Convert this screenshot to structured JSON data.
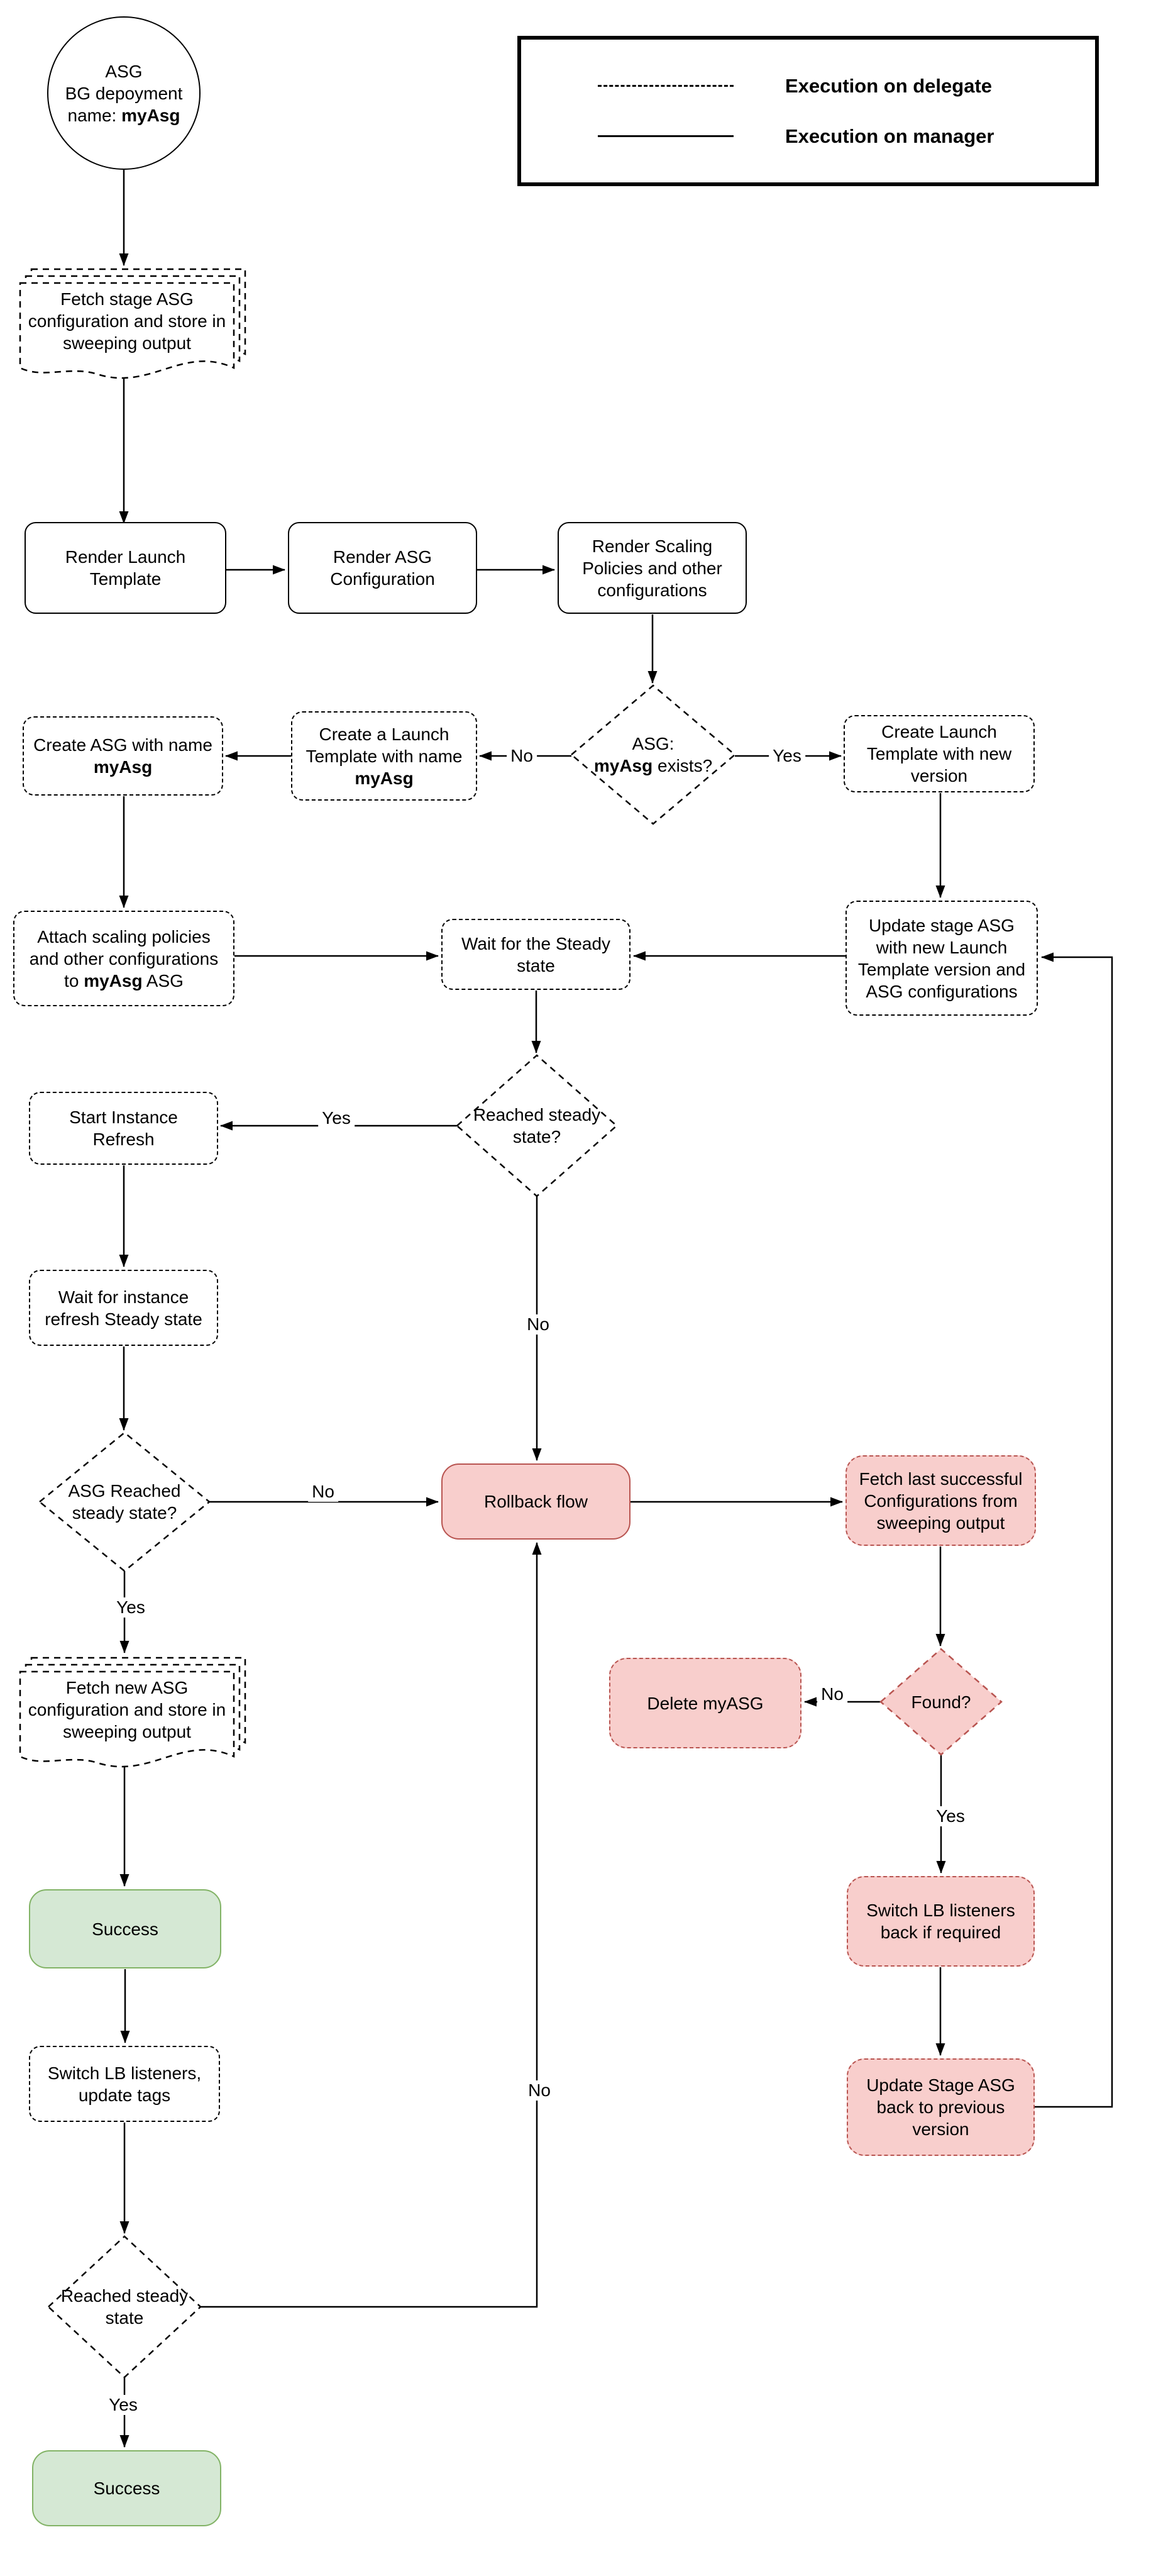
{
  "legend": {
    "delegate_label": "Execution on delegate",
    "manager_label": "Execution on manager"
  },
  "edge_labels": {
    "yes": "Yes",
    "no": "No"
  },
  "colors": {
    "rollback_fill": "#f8cecc",
    "rollback_stroke": "#b85450",
    "success_fill": "#d5e8d4",
    "success_stroke": "#82b366",
    "line": "#000000"
  },
  "nodes": {
    "start": {
      "line1": "ASG",
      "line2": "BG depoyment",
      "line3_prefix": "name: ",
      "line3_bold": "myAsg"
    },
    "fetch_stage": {
      "text": "Fetch stage ASG configuration and store in sweeping output"
    },
    "render_launch": {
      "text": "Render Launch Template"
    },
    "render_asg": {
      "text": "Render ASG Configuration"
    },
    "render_scaling": {
      "text": "Render Scaling Policies and other configurations"
    },
    "asg_exists": {
      "line1": "ASG:",
      "bold": "myAsg",
      "suffix": " exists?"
    },
    "create_launch_named": {
      "prefix": "Create a Launch Template with name ",
      "bold": "myAsg"
    },
    "create_asg": {
      "prefix": "Create ASG with name ",
      "bold": "myAsg"
    },
    "create_launch_new": {
      "text": "Create Launch Template with new version"
    },
    "attach_policies": {
      "prefix": "Attach scaling policies and other configurations to ",
      "bold": "myAsg",
      "suffix": " ASG"
    },
    "wait_steady": {
      "text": "Wait for the Steady state"
    },
    "update_stage": {
      "text": "Update stage ASG with new Launch Template version and ASG configurations"
    },
    "reached_steady": {
      "text": "Reached steady state?"
    },
    "start_refresh": {
      "text": "Start Instance Refresh"
    },
    "wait_refresh": {
      "text": "Wait for instance refresh Steady state"
    },
    "asg_reached": {
      "text": "ASG Reached steady state?"
    },
    "rollback": {
      "text": "Rollback flow"
    },
    "fetch_last": {
      "text": "Fetch last successful Configurations from sweeping output"
    },
    "found": {
      "text": "Found?"
    },
    "delete_myasg": {
      "text": "Delete myASG"
    },
    "switch_back": {
      "text": "Switch LB listeners back if required"
    },
    "update_back": {
      "text": "Update Stage ASG back to previous version"
    },
    "fetch_new": {
      "text": "Fetch new ASG configuration and store in sweeping output"
    },
    "success_1": {
      "text": "Success"
    },
    "switch_lb": {
      "text": "Switch LB listeners, update tags"
    },
    "reached_steady_2": {
      "text": "Reached steady state"
    },
    "success_2": {
      "text": "Success"
    }
  }
}
